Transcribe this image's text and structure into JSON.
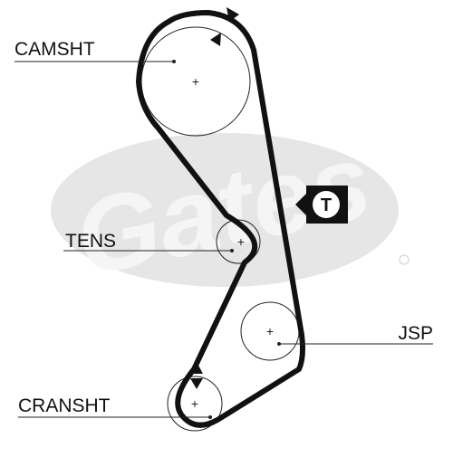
{
  "diagram": {
    "labels": {
      "camshaft": "CAMSHT",
      "tensioner": "TENS",
      "jsp": "JSP",
      "crankshaft": "CRANSHT"
    },
    "timing_marker": "T",
    "center_mark": "+"
  },
  "colors": {
    "belt": "#111111",
    "pulley_outline": "#222222",
    "leader_line": "#222222",
    "watermark": "#e6e6e6",
    "watermark_text": "#f5f5f5",
    "background": "#ffffff"
  },
  "watermark": {
    "script_text": "Gates"
  }
}
